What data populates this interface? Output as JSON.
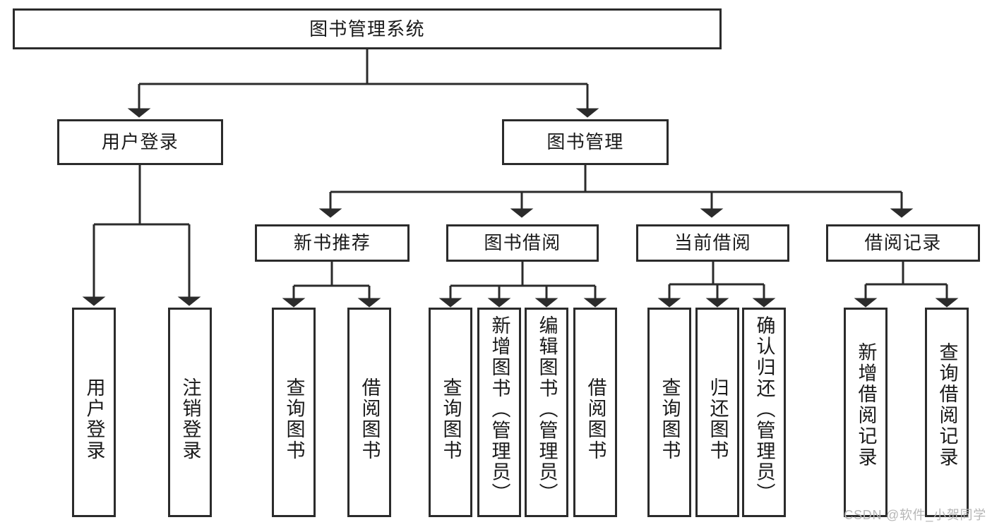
{
  "diagram": {
    "title": "图书管理系统",
    "type": "hierarchy-tree",
    "watermark": "CSDN @软件_小贺同学",
    "colors": {
      "box_border": "#2b2b2b",
      "box_fill": "#ffffff",
      "edge": "#2b2b2b",
      "text": "#1a1a1a",
      "watermark": "#b6b6b6"
    },
    "levels": {
      "root": {
        "label": "图书管理系统"
      },
      "level2": [
        {
          "label": "用户登录"
        },
        {
          "label": "图书管理"
        }
      ],
      "level3": [
        {
          "label": "新书推荐"
        },
        {
          "label": "图书借阅"
        },
        {
          "label": "当前借阅"
        },
        {
          "label": "借阅记录"
        }
      ],
      "leaves": [
        {
          "label": "用户登录",
          "parent": "用户登录"
        },
        {
          "label": "注销登录",
          "parent": "用户登录"
        },
        {
          "label": "查询图书",
          "parent": "新书推荐"
        },
        {
          "label": "借阅图书",
          "parent": "新书推荐"
        },
        {
          "label": "查询图书",
          "parent": "图书借阅"
        },
        {
          "label": "新增图书（管理员）",
          "parent": "图书借阅"
        },
        {
          "label": "编辑图书（管理员）",
          "parent": "图书借阅"
        },
        {
          "label": "借阅图书",
          "parent": "图书借阅"
        },
        {
          "label": "查询图书",
          "parent": "当前借阅"
        },
        {
          "label": "归还图书",
          "parent": "当前借阅"
        },
        {
          "label": "确认归还（管理员）",
          "parent": "当前借阅"
        },
        {
          "label": "新增借阅记录",
          "parent": "借阅记录"
        },
        {
          "label": "查询借阅记录",
          "parent": "借阅记录"
        }
      ]
    }
  }
}
